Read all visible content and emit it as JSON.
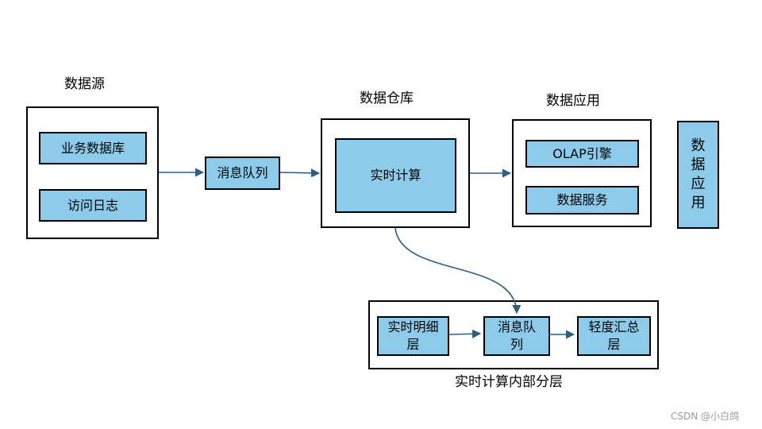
{
  "labels": {
    "data_source": "数据源",
    "data_warehouse": "数据仓库",
    "data_application": "数据应用",
    "realtime_internal_layer": "实时计算内部分层"
  },
  "boxes": {
    "business_db": "业务数据库",
    "access_log": "访问日志",
    "message_queue": "消息队列",
    "realtime_compute": "实时计算",
    "olap_engine": "OLAP引擎",
    "data_service": "数据服务",
    "data_application_side": "数据应用",
    "realtime_detail_layer": "实时明细层",
    "message_queue_inner": "消息队列",
    "light_summary_layer": "轻度汇总层"
  },
  "colors": {
    "box_fill": "#8dcbea",
    "arrow": "#2a5f86",
    "border": "#000000"
  },
  "watermark": "CSDN @小白鸽"
}
